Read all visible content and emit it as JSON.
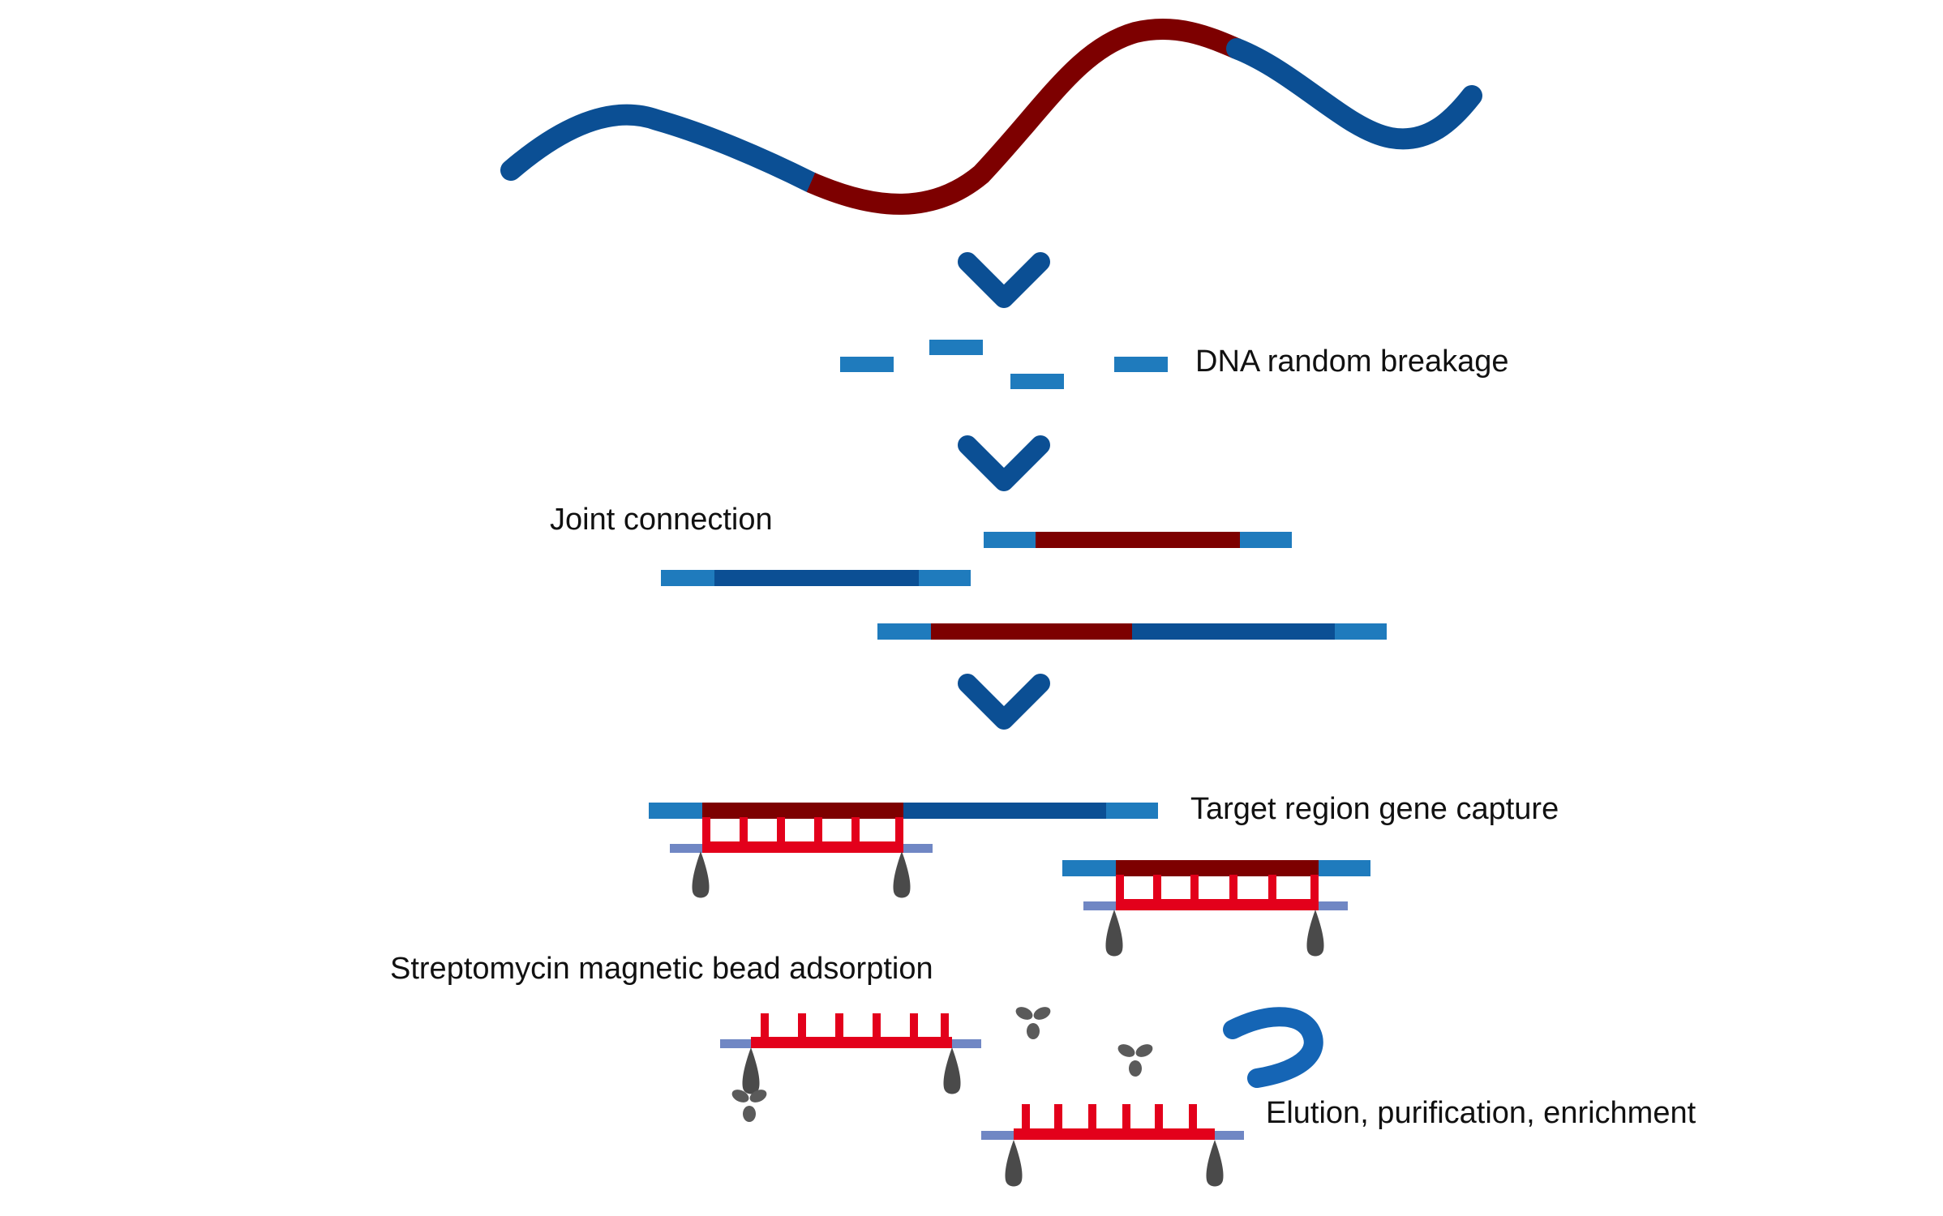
{
  "labels": {
    "dna_breakage": "DNA random breakage",
    "joint_connection": "Joint connection",
    "target_capture": "Target region gene capture",
    "bead_adsorption": "Streptomycin magnetic bead adsorption",
    "elution": "Elution, purification, enrichment"
  },
  "colors": {
    "dna_blue": "#0b4f94",
    "target_red": "#7d0000",
    "adapter_blue": "#1f7bbd",
    "probe_red": "#e3001b",
    "probe_tail": "#7087c4",
    "bead_gray": "#4a4a4a",
    "arrow_blue": "#0b4f94"
  }
}
